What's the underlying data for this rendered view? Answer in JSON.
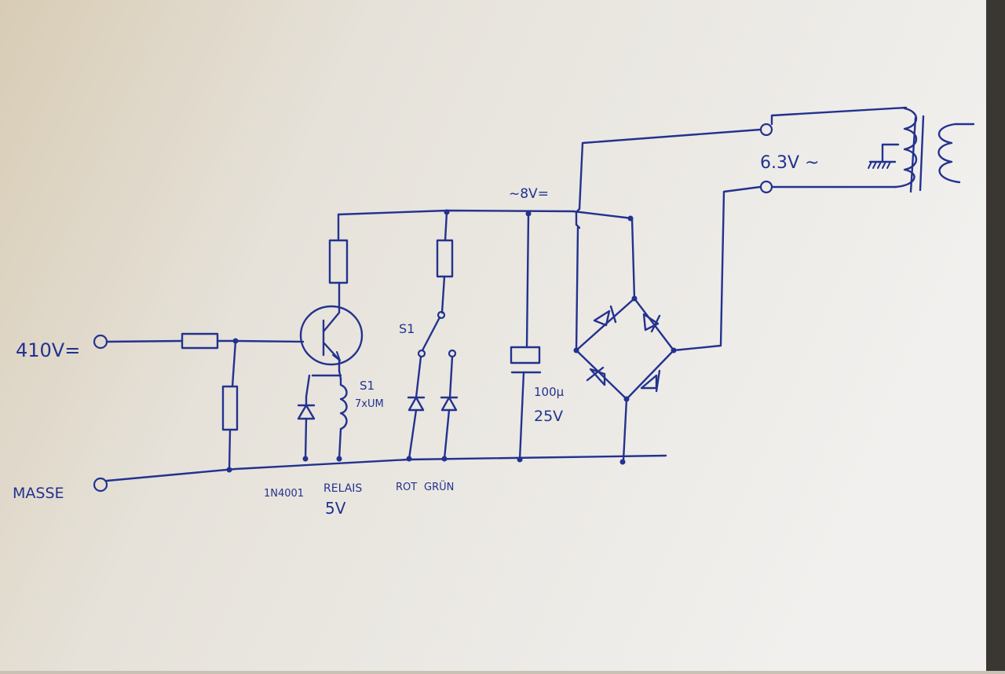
{
  "labels": {
    "input": "410V=",
    "ground": "MASSE",
    "ac_voltage": "6.3V ~",
    "dc_voltage": "~8V=",
    "switch_top": "S1",
    "relay_contact": "S1",
    "relay_contact_spec": "7xUM",
    "diode_part": "1N4001",
    "relay_name": "RELAIS",
    "relay_voltage": "5V",
    "led_red": "ROT",
    "led_green": "GRÜN",
    "cap_value": "100µ",
    "cap_voltage": "25V"
  },
  "colors": {
    "ink": "#23328f",
    "paper_shadow": "#ddd5c6",
    "paper_light": "#f3f1ec"
  }
}
